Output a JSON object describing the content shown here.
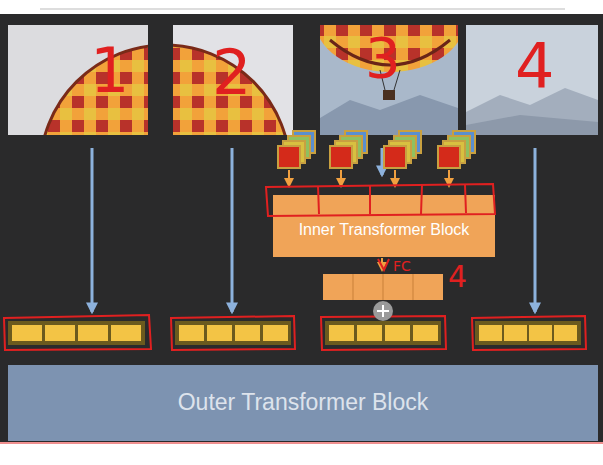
{
  "diagram": {
    "nodes": [
      {
        "text": [
          "Inner Transformer Block"
        ]
      },
      {
        "text": [
          "Outer Transformer Block"
        ]
      }
    ],
    "labels": [
      "1",
      "2",
      "3",
      "4",
      "FC",
      "4"
    ]
  }
}
